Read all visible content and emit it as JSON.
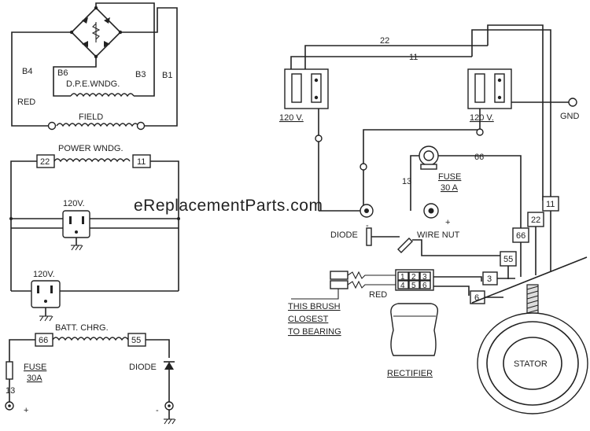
{
  "labels": {
    "b4": "B4",
    "b6": "B6",
    "b3": "B3",
    "b1": "B1",
    "dpe": "D.P.E.WNDG.",
    "red_left": "RED",
    "field": "FIELD",
    "power_wndg": "POWER WNDG.",
    "box22": "22",
    "box11": "11",
    "v120_a": "120V.",
    "v120_b": "120V.",
    "batt": "BATT. CHRG.",
    "box66": "66",
    "box55": "55",
    "fuse_left": "FUSE",
    "amp_left": "30A",
    "n13_left": "13",
    "plus_left": "+",
    "diode_left": "DIODE",
    "minus_left": "-",
    "n22_top": "22",
    "n11_top": "11",
    "v120_r1": "120 V.",
    "v120_r2": "120 V.",
    "gnd": "GND",
    "n66_r": "66",
    "fuse_r": "FUSE",
    "amp_r": "30 A",
    "n13_r": "13",
    "plus_r": "+",
    "minus_r": "-",
    "diode_r": "DIODE",
    "wirenut": "WIRE NUT",
    "box11_r": "11",
    "box22_r": "22",
    "box66_r": "66",
    "box55_r": "55",
    "box3": "3",
    "box6": "6",
    "t1": "1",
    "t2": "2",
    "t3": "3",
    "t4": "4",
    "t5": "5",
    "t6": "6",
    "red_r": "RED",
    "brush1": "THIS BRUSH",
    "brush2": "CLOSEST",
    "brush3": "TO BEARING",
    "rectifier": "RECTIFIER",
    "stator": "STATOR"
  },
  "watermark": "eReplacementParts.com"
}
